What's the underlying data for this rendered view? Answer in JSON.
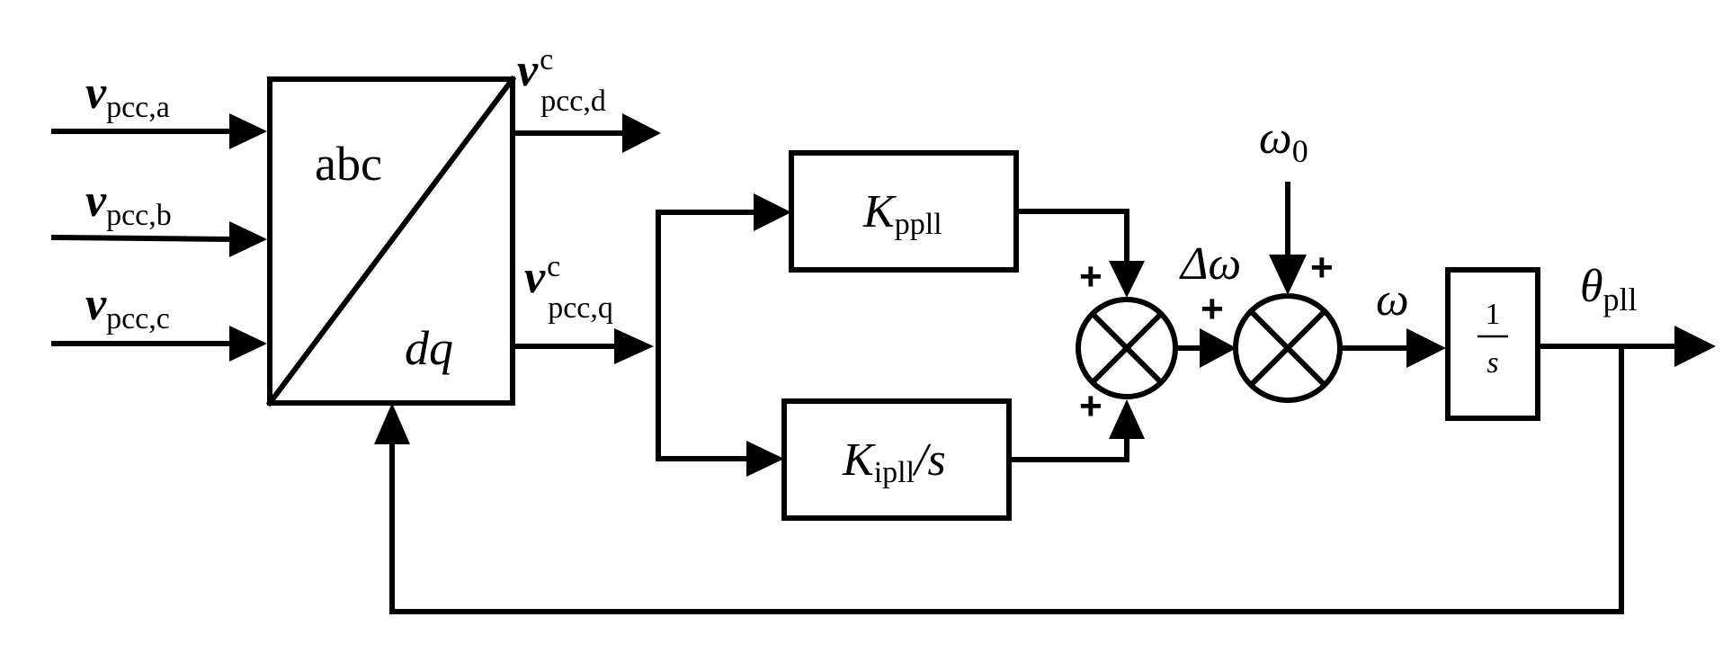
{
  "inputs": {
    "a": {
      "main": "v",
      "sub": "pcc,a"
    },
    "b": {
      "main": "v",
      "sub": "pcc,b"
    },
    "c": {
      "main": "v",
      "sub": "pcc,c"
    }
  },
  "transform_block": {
    "top_label": "abc",
    "bottom_label": "dq"
  },
  "outputs": {
    "d": {
      "main": "v",
      "sup": "c",
      "sub": "pcc,d"
    },
    "q": {
      "main": "v",
      "sup": "c",
      "sub": "pcc,q"
    }
  },
  "gains": {
    "proportional": {
      "main": "K",
      "sub": "ppll"
    },
    "integral": {
      "main": "K",
      "sub": "ipll",
      "suffix": "/s"
    }
  },
  "signals": {
    "delta_omega": "Δω",
    "omega0": {
      "main": "ω",
      "sub": "0"
    },
    "omega": "ω",
    "theta": {
      "main": "θ",
      "sub": "pll"
    }
  },
  "integrator": {
    "numerator": "1",
    "denominator": "s"
  },
  "signs": {
    "sum1_top": "+",
    "sum1_bottom": "+",
    "sum2_left": "+",
    "sum2_top": "+"
  }
}
